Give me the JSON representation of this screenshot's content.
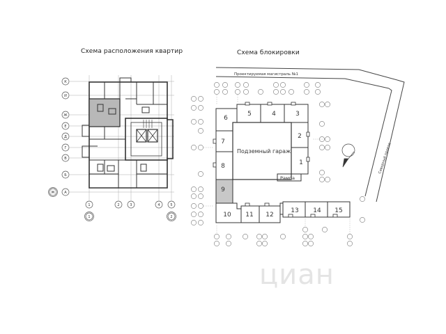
{
  "left_title": "Схема расположения квартир",
  "right_title": "Схема блокировки",
  "highway_label": "Проектируемая магистраль №1",
  "avenue_label": "Северный проезд",
  "garage_label": "Подземный гараж",
  "ramp_label": "Рампа",
  "watermark": "циан",
  "row_axes": [
    "К",
    "И",
    "Ж",
    "Е",
    "Д",
    "Г",
    "В",
    "Б",
    "А"
  ],
  "row_axis_extra": "Ж",
  "column_axes_top": [
    "1",
    "2",
    "3",
    "4",
    "5"
  ],
  "column_axes_bottom": [
    "1",
    "2"
  ],
  "sections": [
    "1",
    "2",
    "3",
    "4",
    "5",
    "6",
    "7",
    "8",
    "9",
    "10",
    "11",
    "12",
    "13",
    "14",
    "15"
  ],
  "highlight_color": "#b8b8b8"
}
